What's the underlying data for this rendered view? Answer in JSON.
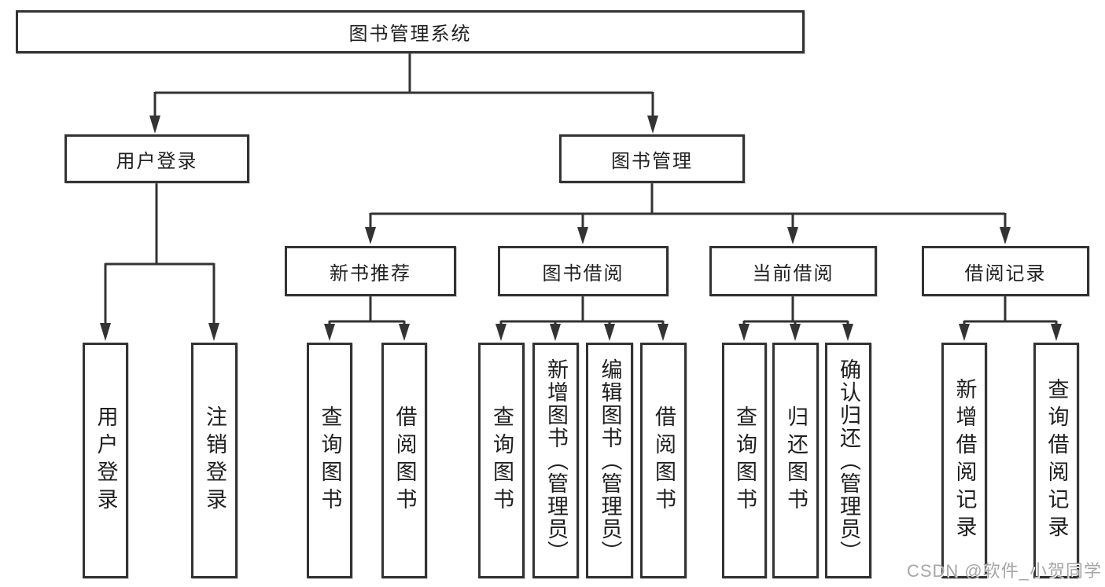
{
  "tree": {
    "label": "图书管理系统",
    "children": [
      {
        "label": "用户登录",
        "children": [
          {
            "label": "用户登录"
          },
          {
            "label": "注销登录"
          }
        ]
      },
      {
        "label": "图书管理",
        "children": [
          {
            "label": "新书推荐",
            "children": [
              {
                "label": "查询图书"
              },
              {
                "label": "借阅图书"
              }
            ]
          },
          {
            "label": "图书借阅",
            "children": [
              {
                "label": "查询图书"
              },
              {
                "label": "新增图书（管理员）"
              },
              {
                "label": "编辑图书（管理员）"
              },
              {
                "label": "借阅图书"
              }
            ]
          },
          {
            "label": "当前借阅",
            "children": [
              {
                "label": "查询图书"
              },
              {
                "label": "归还图书"
              },
              {
                "label": "确认归还（管理员）"
              }
            ]
          },
          {
            "label": "借阅记录",
            "children": [
              {
                "label": "新增借阅记录"
              },
              {
                "label": "查询借阅记录"
              }
            ]
          }
        ]
      }
    ]
  },
  "watermark": {
    "text": "CSDN @软件_小贺同学"
  },
  "colors": {
    "line": "#333333",
    "box_border": "#333333",
    "text": "#1f1f1f",
    "background": "#ffffff",
    "watermark": "#a6a6a6"
  }
}
